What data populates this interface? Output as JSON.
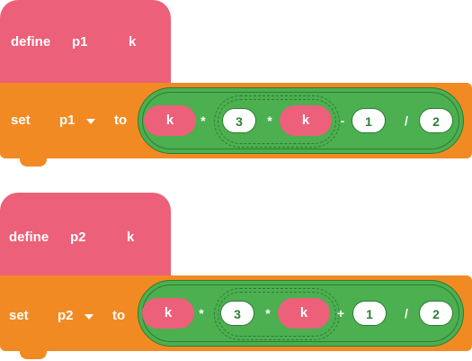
{
  "scripts": [
    {
      "define_label": "define",
      "proc_name": "p1",
      "param": "k",
      "set_label": "set",
      "variable": "p1",
      "to_label": "to",
      "expr": {
        "term1": "k",
        "op1": "*",
        "num1": "3",
        "op2": "*",
        "term2": "k",
        "op3": "-",
        "num2": "1",
        "op4": "/",
        "num3": "2"
      }
    },
    {
      "define_label": "define",
      "proc_name": "p2",
      "param": "k",
      "set_label": "set",
      "variable": "p2",
      "to_label": "to",
      "expr": {
        "term1": "k",
        "op1": "*",
        "num1": "3",
        "op2": "*",
        "term2": "k",
        "op3": "+",
        "num2": "1",
        "op4": "/",
        "num3": "2"
      }
    }
  ],
  "colors": {
    "define_block": "#ec6079",
    "set_block": "#f28a23",
    "operator_block": "#4caf50",
    "operator_border": "#2e7d32",
    "number_text": "#2e7d32"
  },
  "icons": {
    "dropdown": "caret-down-icon"
  }
}
